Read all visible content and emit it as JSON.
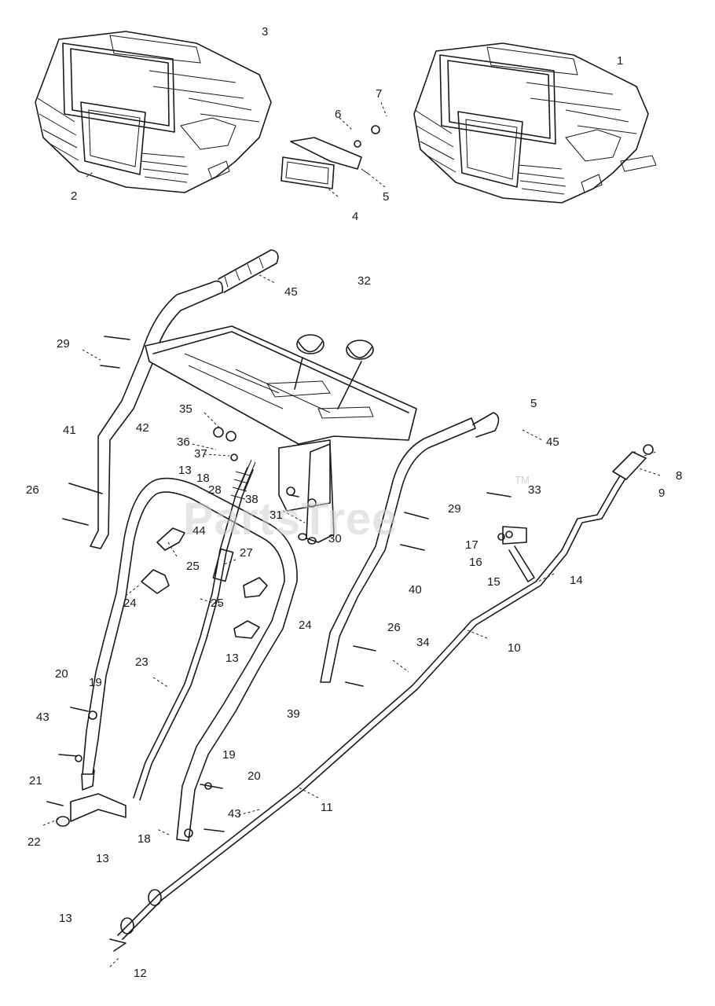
{
  "watermark": {
    "text": "PartsTree",
    "trademark": "TM"
  },
  "callouts": [
    "1",
    "2",
    "3",
    "4",
    "5",
    "6",
    "7",
    "8",
    "9",
    "10",
    "11",
    "12",
    "13",
    "14",
    "15",
    "16",
    "17",
    "18",
    "19",
    "20",
    "21",
    "22",
    "23",
    "24",
    "25",
    "26",
    "27",
    "28",
    "29",
    "30",
    "31",
    "32",
    "33",
    "34",
    "35",
    "36",
    "37",
    "39",
    "40",
    "41",
    "42",
    "43",
    "45"
  ],
  "labels": {
    "c3": "3",
    "c1": "1",
    "c7": "7",
    "c6": "6",
    "c2": "2",
    "c4": "4",
    "c5": "5",
    "c45a": "45",
    "c32": "32",
    "c29a": "29",
    "c35": "35",
    "c42": "42",
    "c41": "41",
    "c36": "36",
    "c37": "37",
    "c13a": "13",
    "c18a": "18",
    "c28": "28",
    "c38": "38",
    "c26a": "26",
    "c31": "31",
    "c30": "30",
    "c44": "44",
    "c25a": "25",
    "c27": "27",
    "c24a": "24",
    "c25b": "25",
    "c24b": "24",
    "c13b": "13",
    "c20a": "20",
    "c19a": "19",
    "c23": "23",
    "c43a": "43",
    "c21": "21",
    "c22": "22",
    "c13c": "13",
    "c18b": "18",
    "c39": "39",
    "c19b": "19",
    "c20b": "20",
    "c43b": "43",
    "c11": "11",
    "c13d": "13",
    "c12": "12",
    "c5b": "5",
    "c45b": "45",
    "c8": "8",
    "c9": "9",
    "c33": "33",
    "c29b": "29",
    "c17": "17",
    "c16": "16",
    "c15": "15",
    "c14": "14",
    "c40": "40",
    "c26b": "26",
    "c34": "34",
    "c10": "10"
  }
}
